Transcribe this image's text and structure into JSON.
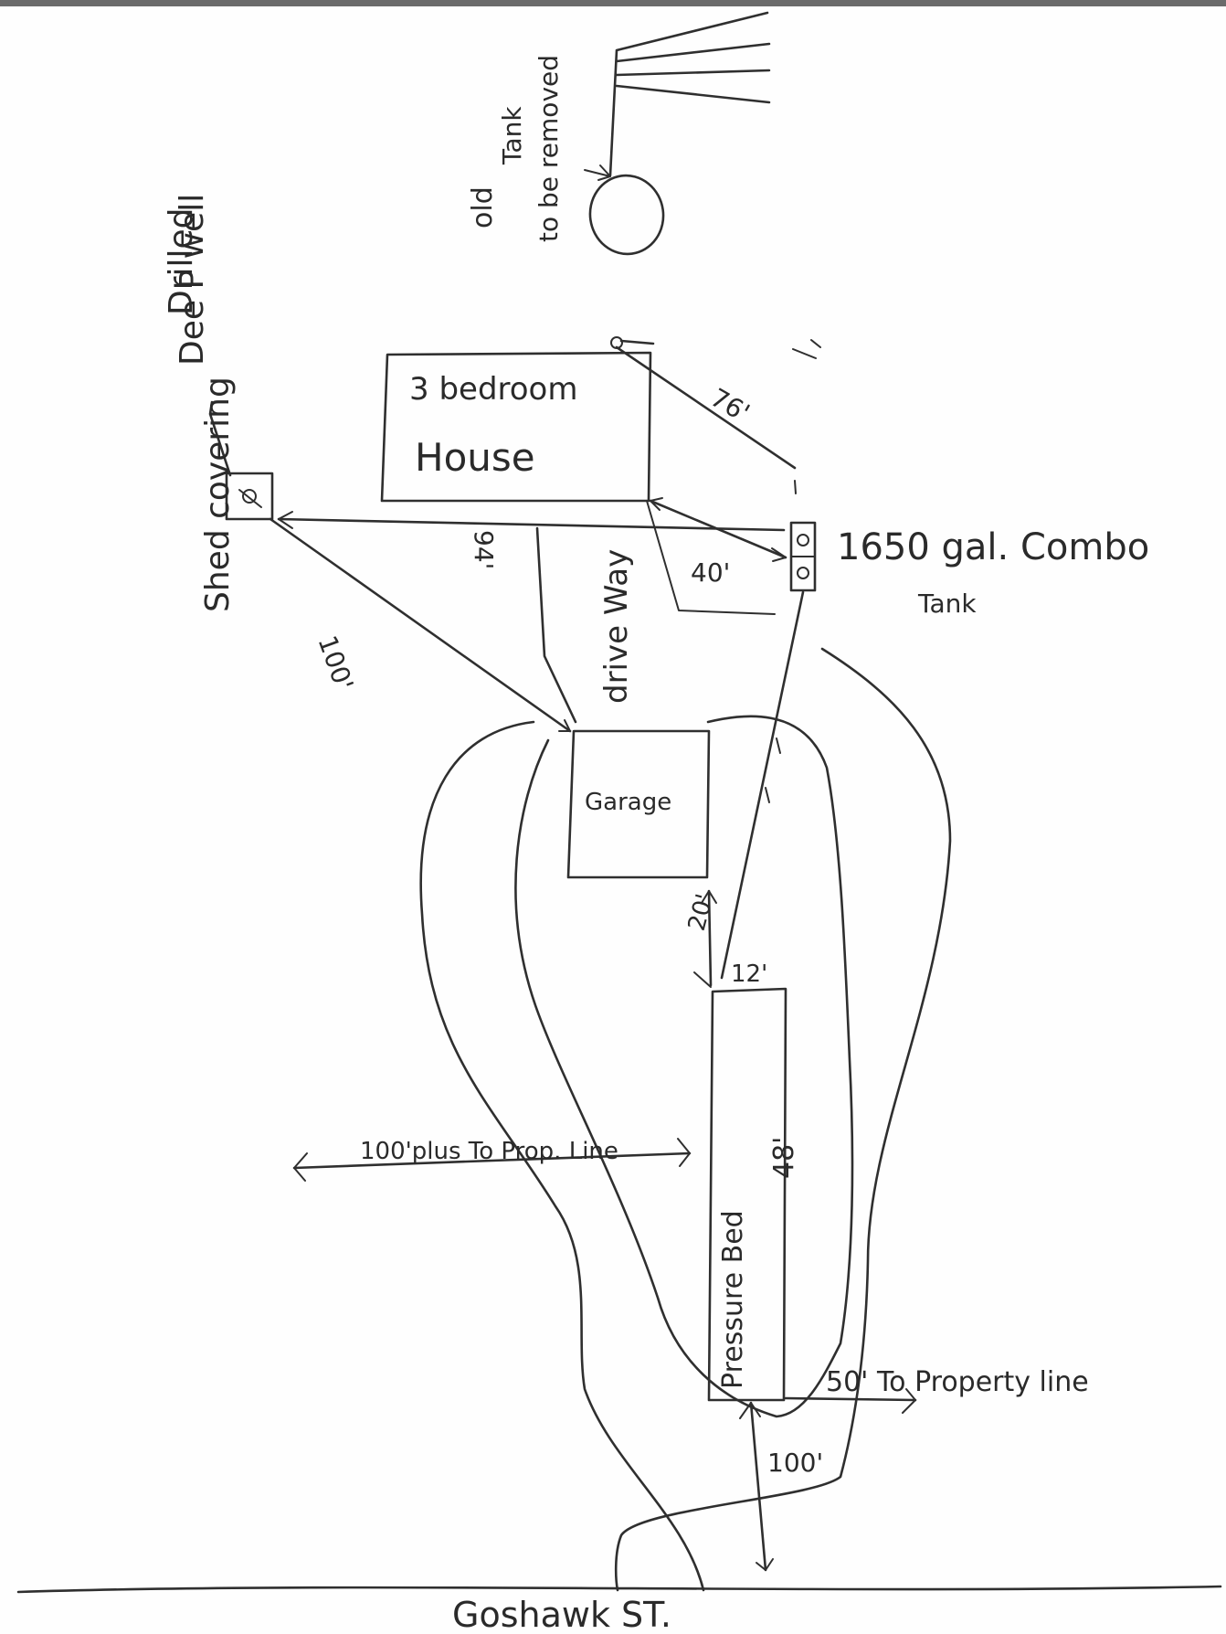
{
  "labels": {
    "well_line1": "Drilled",
    "well_line2": "Dee P well",
    "shed": "Shed covering",
    "old_tank_line1": "old",
    "old_tank_line2": "Tank",
    "old_tank_line3": "to be removed",
    "house_line1": "3 bedroom",
    "house_line2": "House",
    "tank_line1": "1650 gal. Combo",
    "tank_line2": "Tank",
    "driveway": "drive Way",
    "garage": "Garage",
    "pressure_bed": "Pressure Bed",
    "street": "Goshawk ST.",
    "prop_line_left": "100'plus To Prop. Line",
    "prop_line_right": "50' To Property line"
  },
  "dimensions": {
    "house_to_old_tank": "76'",
    "well_to_tank": "94'",
    "house_to_tank": "40'",
    "well_to_garage": "100'",
    "garage_to_bed": "20'",
    "bed_width": "12'",
    "bed_length": "48'",
    "bed_to_street": "100'"
  }
}
